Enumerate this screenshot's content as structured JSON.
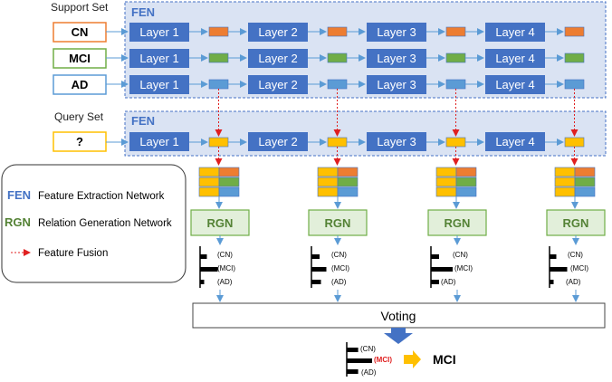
{
  "labels": {
    "support_set": "Support Set",
    "query_set": "Query Set",
    "fen": "FEN",
    "support_inputs": [
      "CN",
      "MCI",
      "AD"
    ],
    "query_input": "?",
    "layers": [
      "Layer 1",
      "Layer 2",
      "Layer 3",
      "Layer 4"
    ],
    "rgn": "RGN",
    "voting": "Voting",
    "result": "MCI"
  },
  "legend": {
    "fen_abbr": "FEN",
    "fen_text": "Feature Extraction Network",
    "rgn_abbr": "RGN",
    "rgn_text": "Relation Generation Network",
    "fusion_text": "Feature Fusion"
  },
  "rgn_outputs": [
    {
      "cn": "(CN)",
      "mci": "(MCI)",
      "ad": "(AD)",
      "bars": [
        0.25,
        0.65,
        0.15
      ]
    },
    {
      "cn": "(CN)",
      "mci": "(MCI)",
      "ad": "(AD)",
      "bars": [
        0.3,
        0.55,
        0.35
      ]
    },
    {
      "cn": "(CN)",
      "mci": "(MCI)",
      "ad": "(AD)",
      "bars": [
        0.3,
        0.8,
        0.3
      ]
    },
    {
      "cn": "(CN)",
      "mci": "(MCI)",
      "ad": "(AD)",
      "bars": [
        0.25,
        0.65,
        0.15
      ]
    }
  ],
  "final_output": {
    "cn": "(CN)",
    "mci": "(MCI)",
    "ad": "(AD)",
    "bars": [
      0.45,
      1.0,
      0.45
    ]
  },
  "colors": {
    "layer_fill": "#4472c4",
    "fen_panel": "#dae3f3",
    "cn": "#ed7d31",
    "mci": "#70ad47",
    "ad": "#5b9bd5",
    "query": "#ffc000",
    "rgn_fill": "#e2efda",
    "fusion_arrow": "#e02020",
    "mci_highlight": "#e02020",
    "result_arrow": "#ffc000"
  }
}
